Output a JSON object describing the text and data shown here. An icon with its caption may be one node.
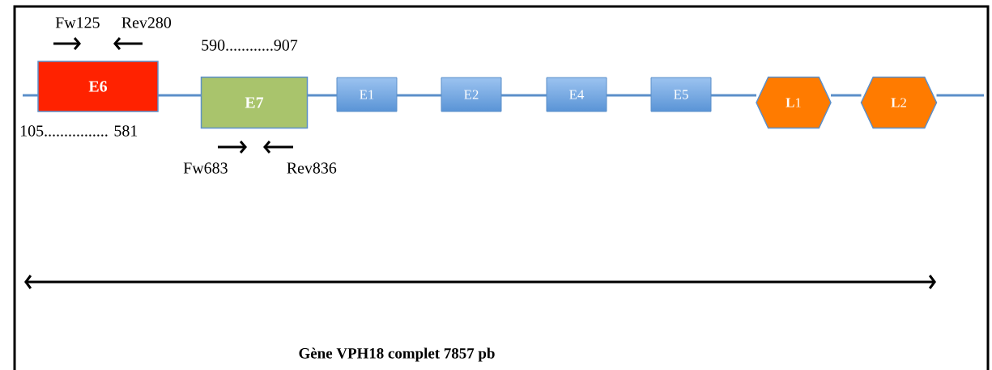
{
  "diagram": {
    "caption": "Gène VPH18 complet 7857 pb",
    "nodes": [
      {
        "text": [
          "E6"
        ]
      },
      {
        "text": [
          "E7"
        ]
      },
      {
        "text": [
          "E1"
        ]
      },
      {
        "text": [
          "E2"
        ]
      },
      {
        "text": [
          "E4"
        ]
      },
      {
        "text": [
          "E5"
        ]
      },
      {
        "text": [
          "**L**1"
        ]
      },
      {
        "text": [
          "**L**2"
        ]
      }
    ],
    "edges": [
      {
        "from": null,
        "to": 0,
        "arrow": "none"
      },
      {
        "from": 0,
        "to": 1,
        "arrow": "none"
      },
      {
        "from": 1,
        "to": 2,
        "arrow": "none"
      },
      {
        "from": 2,
        "to": 3,
        "arrow": "none"
      },
      {
        "from": 3,
        "to": 4,
        "arrow": "none"
      },
      {
        "from": 4,
        "to": 5,
        "arrow": "none"
      },
      {
        "from": 5,
        "to": 6,
        "arrow": "none"
      },
      {
        "from": 6,
        "to": 7,
        "arrow": "none"
      },
      {
        "from": 7,
        "to": null,
        "arrow": "none"
      }
    ],
    "labels": [
      "Fw125",
      "Rev280",
      "590............907",
      "105................ 581",
      "Fw683",
      "Rev836"
    ]
  }
}
